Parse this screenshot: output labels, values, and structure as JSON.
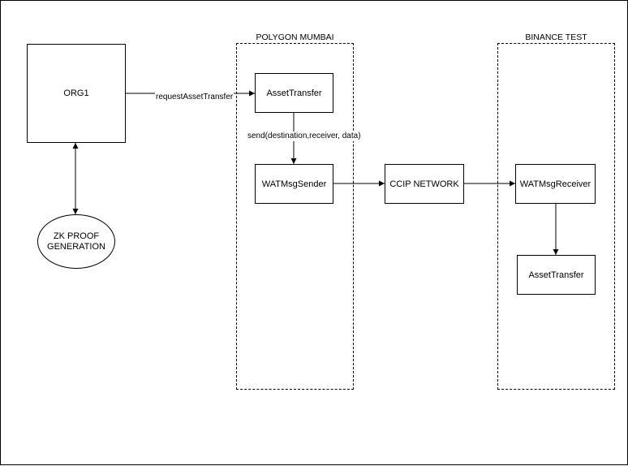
{
  "zones": {
    "polygon": {
      "title": "POLYGON MUMBAI"
    },
    "binance": {
      "title": "BINANCE TEST"
    }
  },
  "nodes": {
    "org1": "ORG1",
    "zk_proof": {
      "line1": "ZK PROOF",
      "line2": "GENERATION"
    },
    "asset_transfer_polygon": "AssetTransfer",
    "watmsg_sender": "WATMsgSender",
    "ccip_network": "CCIP NETWORK",
    "watmsg_receiver": "WATMsgReceiver",
    "asset_transfer_binance": "AssetTransfer"
  },
  "edges": {
    "request_asset_transfer": "requestAssetTransfer",
    "send_call": "send(destination,receiver, data)"
  }
}
